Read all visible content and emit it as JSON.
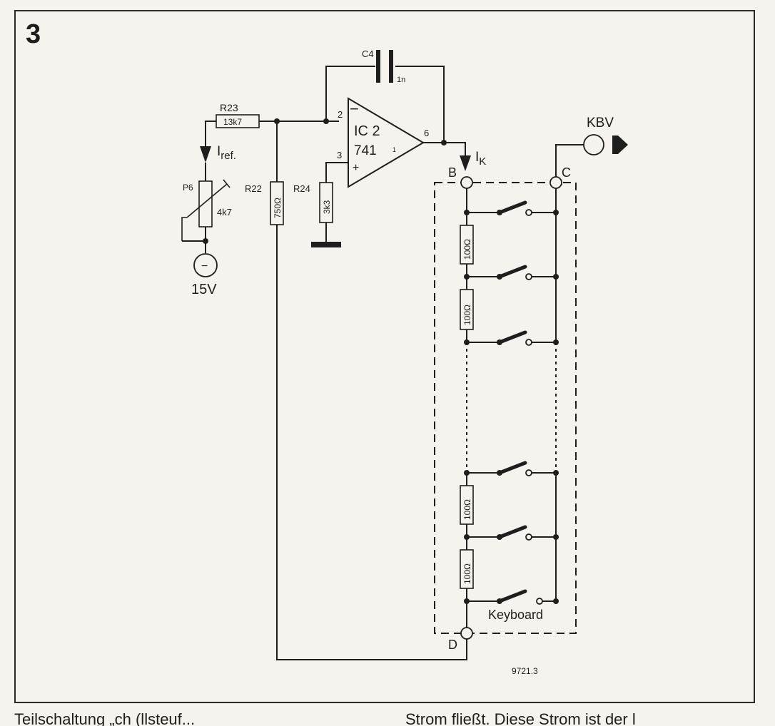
{
  "figure_number": "3",
  "labels": {
    "c4": "C4",
    "c4_value": "1n",
    "r23": "R23",
    "r23_value": "13k7",
    "pin2": "2",
    "pin3": "3",
    "pin6": "6",
    "pin1": "1",
    "ic_minus": "−",
    "ic_plus": "+",
    "ic_name": "IC 2",
    "ic_type": "741",
    "iref_base": "I",
    "iref_sub": "ref.",
    "ik_base": "I",
    "ik_sub": "K",
    "p6": "P6",
    "p6_value": "4k7",
    "r22": "R22",
    "r22_value": "750Ω",
    "r24": "R24",
    "r24_value": "3k3",
    "supply_symbol": "−",
    "supply_voltage": "15V",
    "kbv": "KBV",
    "node_b": "B",
    "node_c": "C",
    "node_d": "D",
    "ladder_resistor_value": "100Ω",
    "keyboard": "Keyboard",
    "figure_code": "9721.3"
  },
  "bottom_text": {
    "left": "Teilschaltung „ch (llsteuf...",
    "right": "Strom fließt. Diese Strom ist der l"
  }
}
